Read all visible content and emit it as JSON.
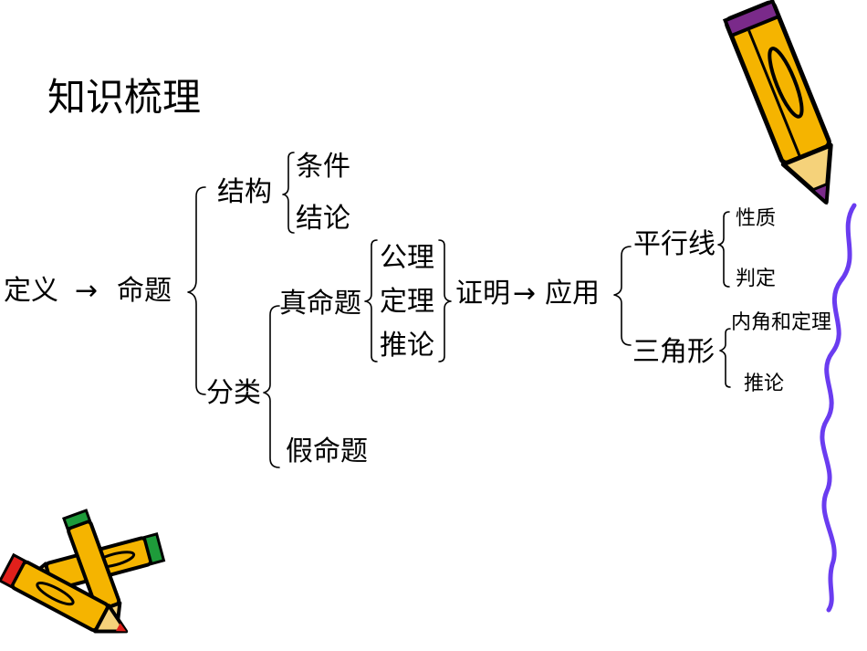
{
  "slide": {
    "title": "知识梳理",
    "nodes": {
      "definition": "定义",
      "arrow1": "→",
      "proposition": "命题",
      "structure": "结构",
      "condition": "条件",
      "conclusion": "结论",
      "classification": "分类",
      "true_prop": "真命题",
      "false_prop": "假命题",
      "axiom": "公理",
      "theorem": "定理",
      "corollary": "推论",
      "proof": "证明",
      "arrow2": "→",
      "application": "应用",
      "parallel": "平行线",
      "property": "性质",
      "criterion": "判定",
      "triangle": "三角形",
      "angle_sum": "内角和定理",
      "tri_corollary": "推论"
    }
  },
  "colors": {
    "pencil_body": "#F5B400",
    "pencil_tip": "#7A2A8A",
    "eraser_red": "#E0201B",
    "eraser_green": "#1E9B3A",
    "wave_line": "#6A3CF0"
  }
}
